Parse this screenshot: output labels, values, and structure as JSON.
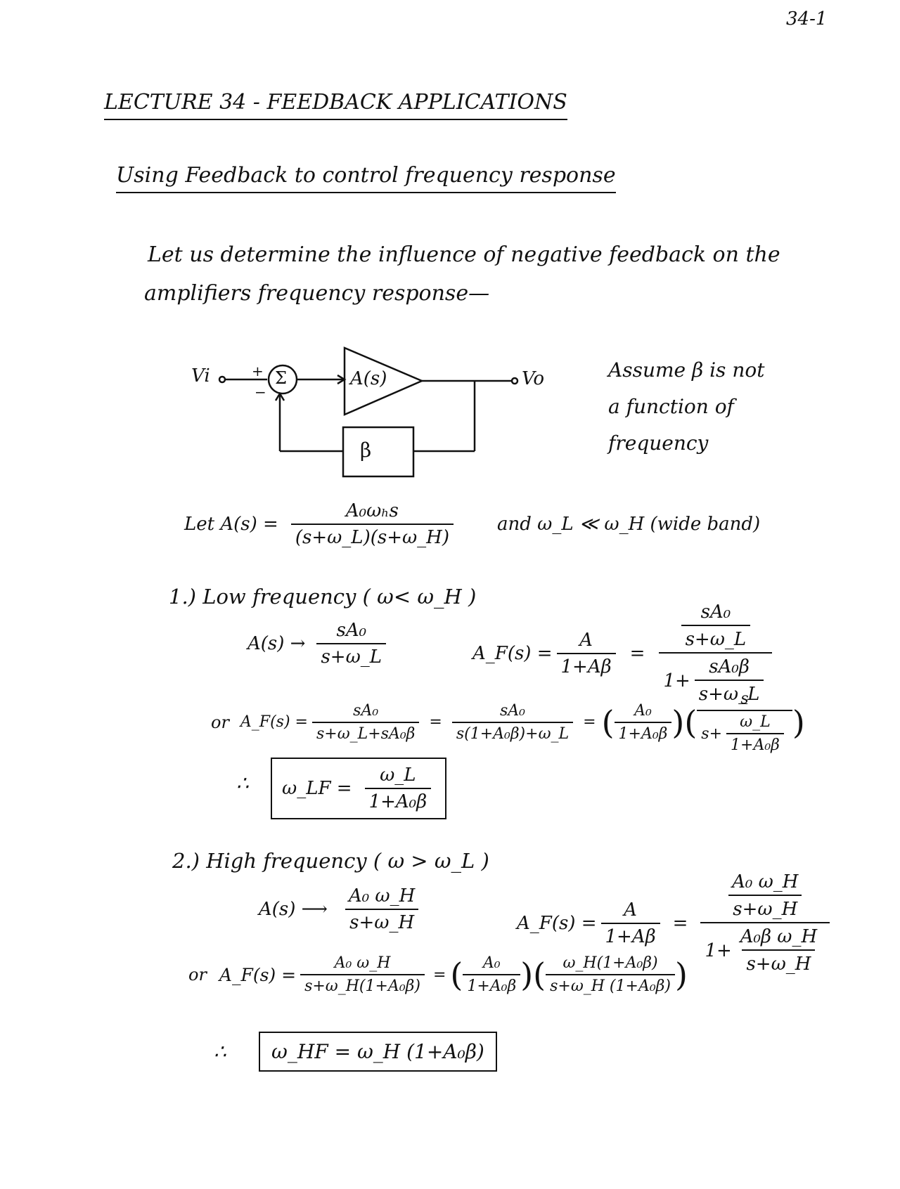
{
  "page_number": "34-1",
  "title": "LECTURE 34 - FEEDBACK APPLICATIONS",
  "section_heading": "Using Feedback to control frequency response",
  "intro": {
    "line1": "Let us determine the influence of negative feedback on the",
    "line2": "amplifiers frequency response—"
  },
  "diagram": {
    "input": "Vi",
    "plus": "+",
    "minus": "−",
    "sum_symbol": "Σ",
    "amp": "A(s)",
    "output": "Vo",
    "feedback": "β"
  },
  "assumption": [
    "Assume β is not",
    "a function of",
    "frequency"
  ],
  "defn": {
    "lhs": "Let  A(s) =",
    "num": "A₀ωₕs",
    "den": "(s+ω_L)(s+ω_H)",
    "rest": "and    ω_L ≪ ω_H  (wide band)"
  },
  "low": {
    "heading": "1.) Low frequency   ( ω< ω_H )",
    "approx_lhs": "A(s) →",
    "approx_num": "sA₀",
    "approx_den": "s+ω_L",
    "af_lhs": "A_F(s) =",
    "af_num": "A",
    "af_den": "1+Aβ",
    "eq": "=",
    "nested_num": "sA₀",
    "nested_den_a": "s+ω_L",
    "nested_prefix": "1+",
    "nested_inner_num": "sA₀β",
    "nested_inner_den": "s+ω_L",
    "or": "or",
    "r2_lhs": "A_F(s) =",
    "r2_f1_num": "sA₀",
    "r2_f1_den": "s+ω_L+sA₀β",
    "r2_f2_num": "sA₀",
    "r2_f2_den": "s(1+A₀β)+ω_L",
    "r2_f3_num": "A₀",
    "r2_f3_den": "1+A₀β",
    "r2_f4_num": "s",
    "r2_f4_den_a": "s+",
    "r2_f4_den_num": "ω_L",
    "r2_f4_den_den": "1+A₀β",
    "therefore": "∴",
    "result_lhs": "ω_LF =",
    "result_num": "ω_L",
    "result_den": "1+A₀β"
  },
  "high": {
    "heading": "2.) High frequency   ( ω > ω_L )",
    "approx_lhs": "A(s) ⟶",
    "approx_num": "A₀ ω_H",
    "approx_den": "s+ω_H",
    "af_lhs": "A_F(s) =",
    "af_num": "A",
    "af_den": "1+Aβ",
    "eq": "=",
    "nested_num": "A₀ ω_H",
    "nested_den_a": "s+ω_H",
    "nested_prefix": "1+",
    "nested_inner_num": "A₀β ω_H",
    "nested_inner_den": "s+ω_H",
    "or": "or",
    "r2_lhs": "A_F(s) =",
    "r2_f1_num": "A₀ ω_H",
    "r2_f1_den": "s+ω_H(1+A₀β)",
    "r2_f2_num": "A₀",
    "r2_f2_den": "1+A₀β",
    "r2_f3_num": "ω_H(1+A₀β)",
    "r2_f3_den": "s+ω_H (1+A₀β)",
    "therefore": "∴",
    "result": "ω_HF = ω_H (1+A₀β)"
  }
}
